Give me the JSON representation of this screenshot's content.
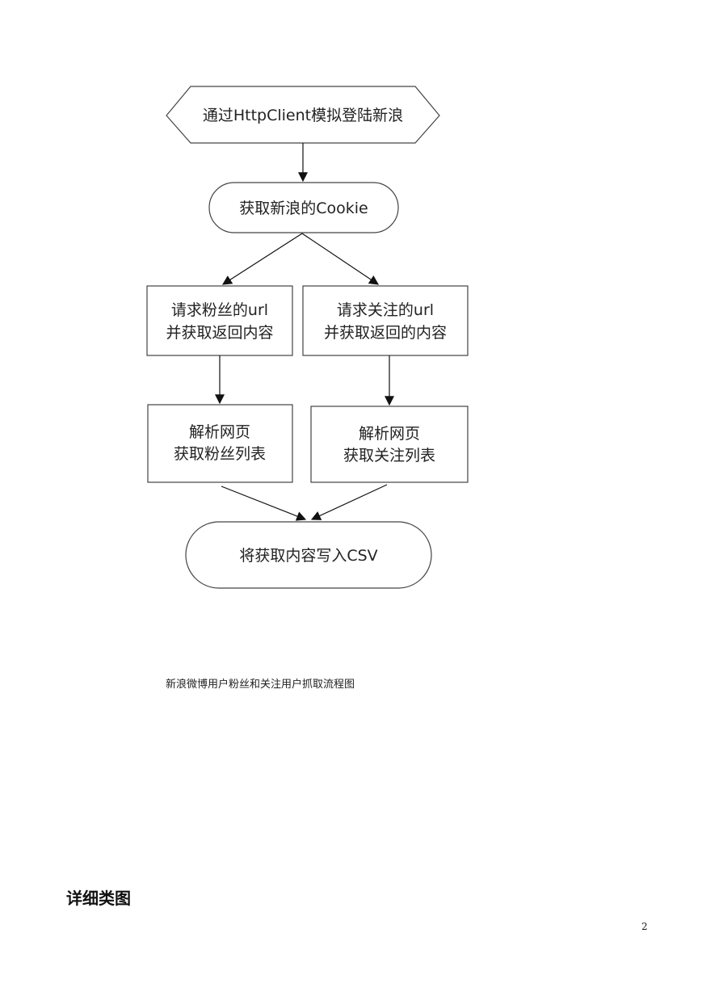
{
  "flowchart": {
    "start_node": "通过HttpClient模拟登陆新浪",
    "cookie_node": "获取新浪的Cookie",
    "fans_request_node": [
      "请求粉丝的url",
      "并获取返回内容"
    ],
    "follow_request_node": [
      "请求关注的url",
      "并获取返回的内容"
    ],
    "fans_parse_node": [
      "解析网页",
      "获取粉丝列表"
    ],
    "follow_parse_node": [
      "解析网页",
      "获取关注列表"
    ],
    "end_node": "将获取内容写入CSV"
  },
  "caption": "新浪微博用户粉丝和关注用户抓取流程图",
  "section_heading": "详细类图",
  "page_number": "2"
}
